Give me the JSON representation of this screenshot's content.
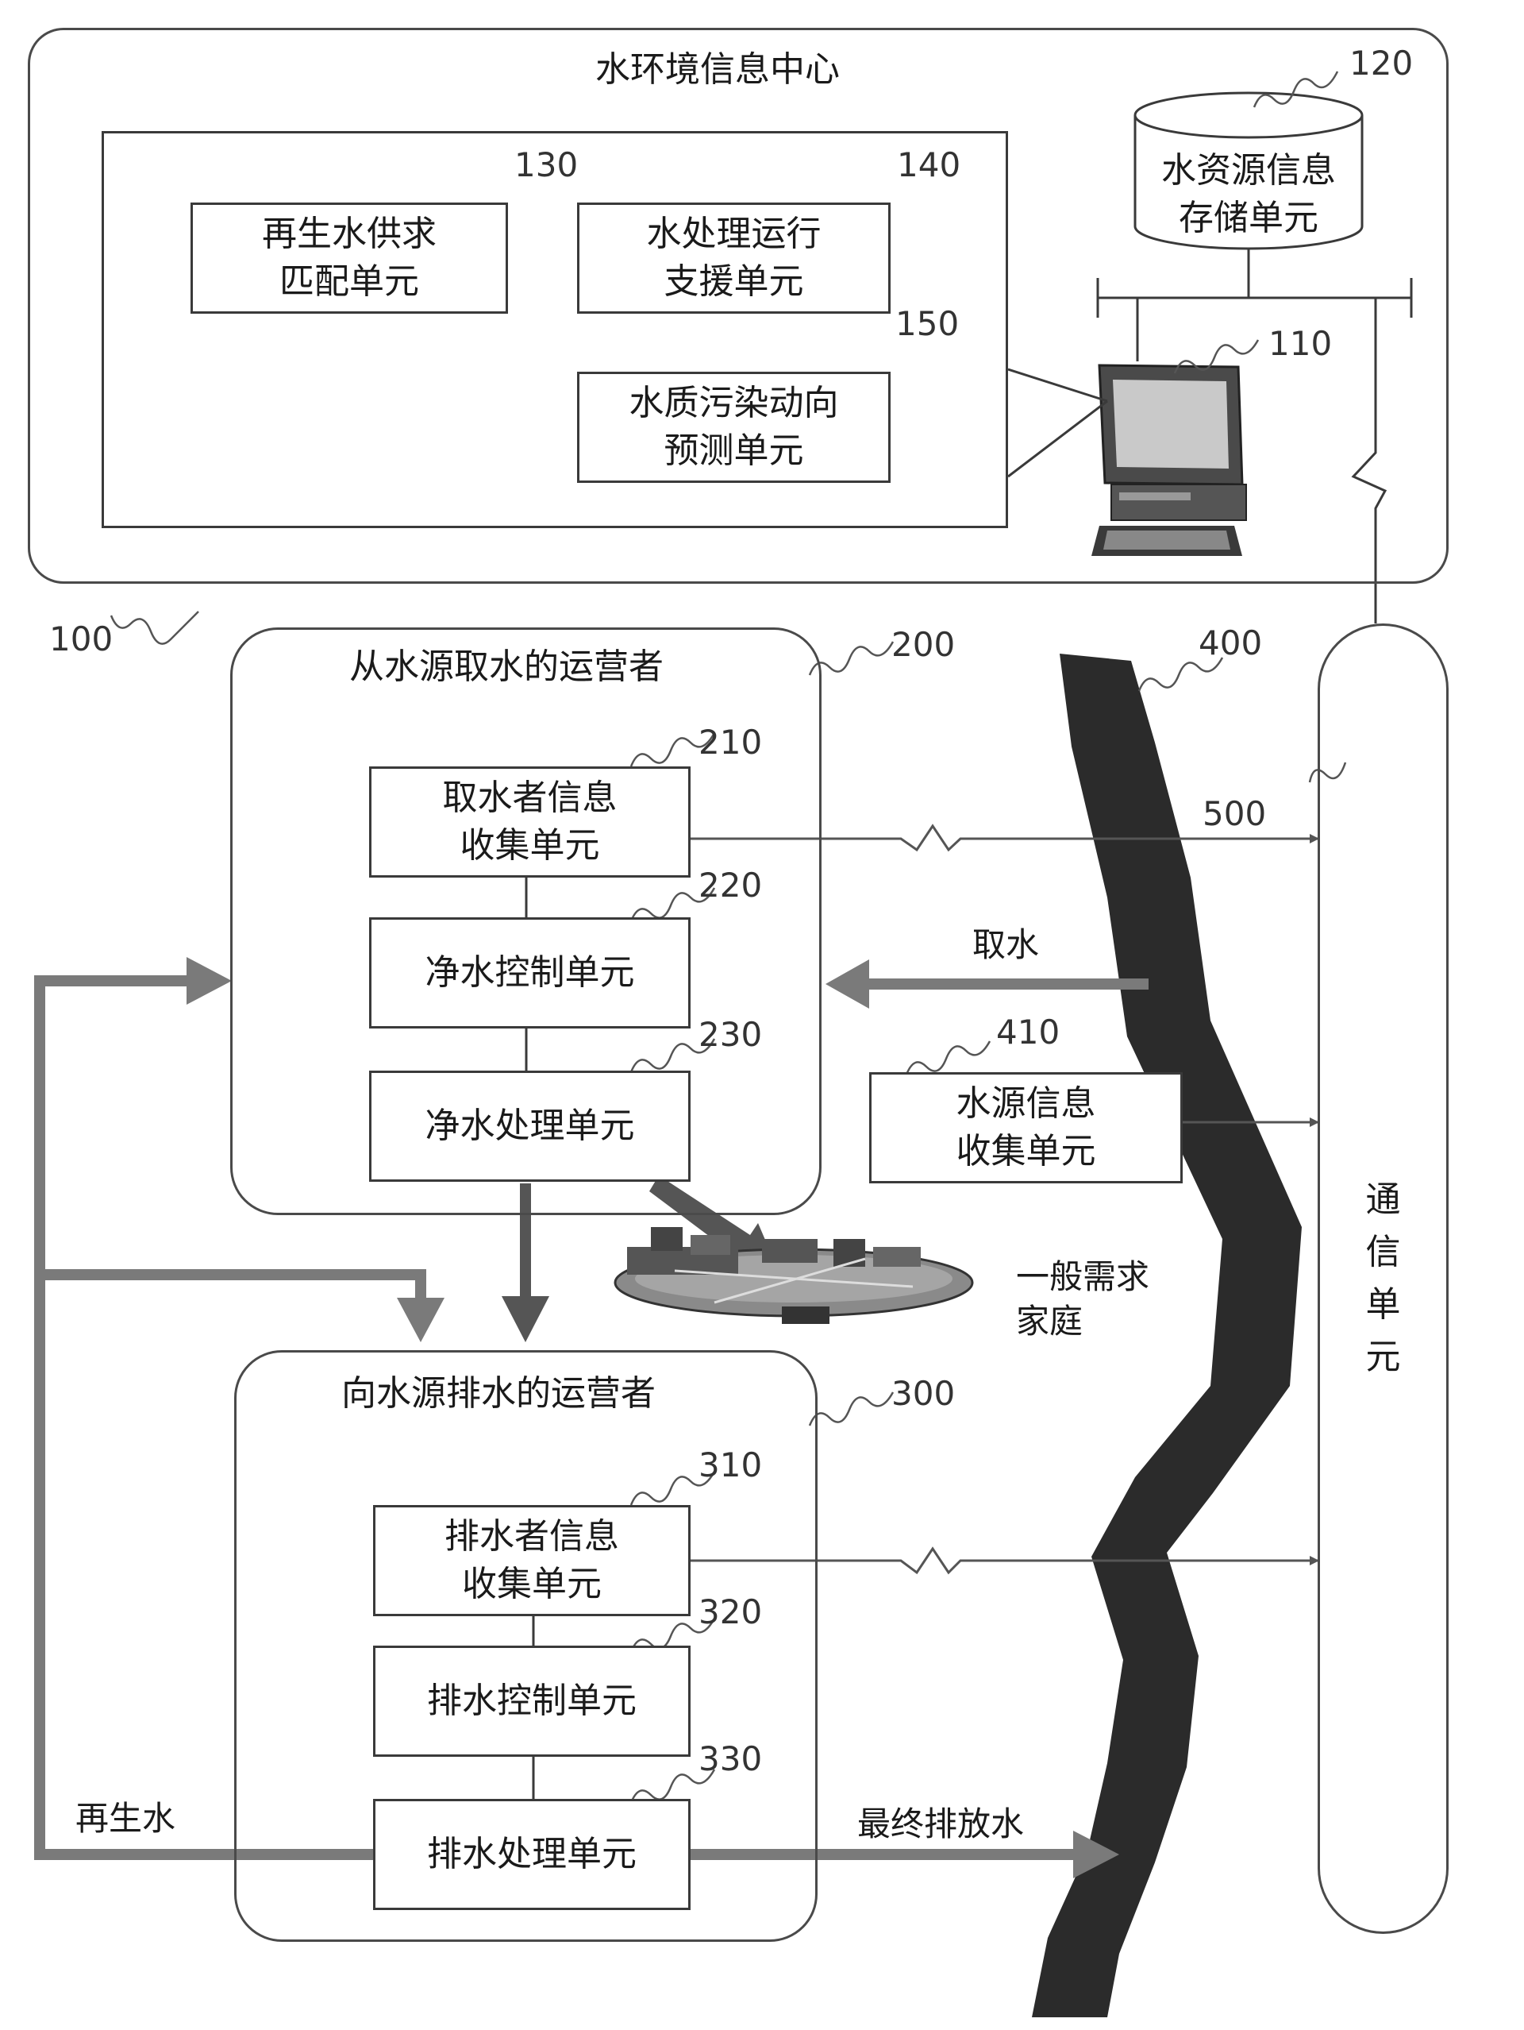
{
  "center": {
    "title": "水环境信息中心",
    "ref": "100",
    "db": {
      "label": "水资源信息\n存储单元",
      "ref": "120"
    },
    "computer": {
      "ref": "110"
    },
    "units": [
      {
        "label": "再生水供求\n匹配单元",
        "ref": "130"
      },
      {
        "label": "水处理运行\n支援单元",
        "ref": "140"
      },
      {
        "label": "水质污染动向\n预测单元",
        "ref": "150"
      }
    ]
  },
  "intake_operator": {
    "title": "从水源取水的运营者",
    "ref": "200",
    "units": [
      {
        "label": "取水者信息\n收集单元",
        "ref": "210"
      },
      {
        "label": "净水控制单元",
        "ref": "220"
      },
      {
        "label": "净水处理单元",
        "ref": "230"
      }
    ]
  },
  "discharge_operator": {
    "title": "向水源排水的运营者",
    "ref": "300",
    "units": [
      {
        "label": "排水者信息\n收集单元",
        "ref": "310"
      },
      {
        "label": "排水控制单元",
        "ref": "320"
      },
      {
        "label": "排水处理单元",
        "ref": "330"
      }
    ]
  },
  "river": {
    "ref": "400"
  },
  "source_info": {
    "label": "水源信息\n收集单元",
    "ref": "410"
  },
  "comm": {
    "label": "通\n信\n单\n元",
    "ref": "500"
  },
  "flows": {
    "intake": "取水",
    "households": "一般需求\n家庭",
    "recycled": "再生水",
    "final_discharge": "最终排放水"
  },
  "colors": {
    "stroke": "#3a3a3a",
    "flow": "#777777",
    "river": "#2b2b2b"
  }
}
